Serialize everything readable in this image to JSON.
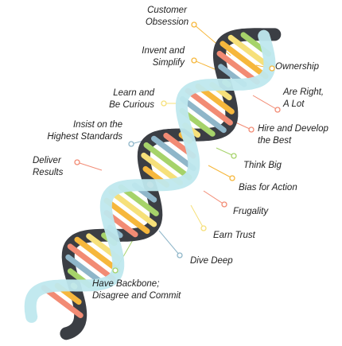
{
  "principles": [
    {
      "id": "customer-obsession",
      "lines": [
        "Customer",
        "Obsession"
      ],
      "color": "#f6b73c"
    },
    {
      "id": "invent-and-simplify",
      "lines": [
        "Invent and",
        "Simplify"
      ],
      "color": "#f6b73c"
    },
    {
      "id": "ownership",
      "lines": [
        "Ownership"
      ],
      "color": "#f6b73c"
    },
    {
      "id": "are-right-a-lot",
      "lines": [
        "Are Right,",
        "A Lot"
      ],
      "color": "#f28b74"
    },
    {
      "id": "learn-and-be-curious",
      "lines": [
        "Learn and",
        "Be Curious"
      ],
      "color": "#f6e07a"
    },
    {
      "id": "hire-and-develop-the-best",
      "lines": [
        "Hire and Develop",
        "the Best"
      ],
      "color": "#f28b74"
    },
    {
      "id": "insist-on-the-highest-standards",
      "lines": [
        "Insist on the",
        "Highest Standards"
      ],
      "color": "#8fb6c9"
    },
    {
      "id": "think-big",
      "lines": [
        "Think Big"
      ],
      "color": "#a6d36a"
    },
    {
      "id": "deliver-results",
      "lines": [
        "Deliver",
        "Results"
      ],
      "color": "#f28b74"
    },
    {
      "id": "bias-for-action",
      "lines": [
        "Bias for Action"
      ],
      "color": "#f6b73c"
    },
    {
      "id": "frugality",
      "lines": [
        "Frugality"
      ],
      "color": "#f28b74"
    },
    {
      "id": "earn-trust",
      "lines": [
        "Earn Trust"
      ],
      "color": "#f6e07a"
    },
    {
      "id": "dive-deep",
      "lines": [
        "Dive Deep"
      ],
      "color": "#8fb6c9"
    },
    {
      "id": "have-backbone",
      "lines": [
        "Have Backbone;",
        "Disagree and Commit"
      ],
      "color": "#a6d36a"
    }
  ],
  "colors": {
    "dark_strand": "#3b3e44",
    "light_strand": "#bfe8ee",
    "rungs": [
      "#f28b74",
      "#f6b73c",
      "#f6e07a",
      "#a6d36a",
      "#8fb6c9"
    ]
  }
}
